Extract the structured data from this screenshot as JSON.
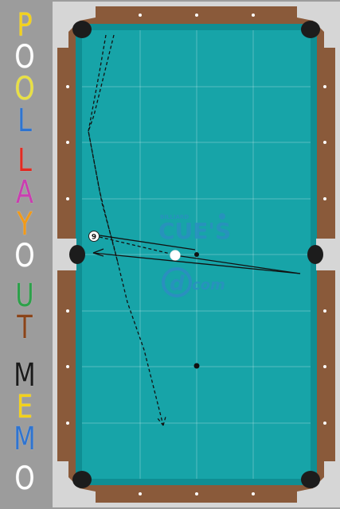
{
  "title": {
    "letters": [
      {
        "char": "P",
        "color": "#f2d11c"
      },
      {
        "char": "O",
        "color": "#ffffff"
      },
      {
        "char": "O",
        "color": "#e8e043"
      },
      {
        "char": "L",
        "color": "#2f74d0"
      },
      {
        "char": "L",
        "color": "#e22b22"
      },
      {
        "char": "A",
        "color": "#c93fb0"
      },
      {
        "char": "Y",
        "color": "#f29a18"
      },
      {
        "char": "O",
        "color": "#ffffff"
      },
      {
        "char": "U",
        "color": "#2da04a"
      },
      {
        "char": "T",
        "color": "#8a4419"
      },
      {
        "char": "M",
        "color": "#1a1a1a"
      },
      {
        "char": "E",
        "color": "#f2d11c"
      },
      {
        "char": "M",
        "color": "#2f74d0"
      },
      {
        "char": "O",
        "color": "#ffffff"
      }
    ]
  },
  "table": {
    "felt_color": "#17a4a8",
    "rail_color": "#8a5a3a",
    "frame_color": "#d6d6d6",
    "pocket_color": "#1c1c1c"
  },
  "logo": {
    "small_text": "BILLIARD",
    "main_text": "CUE'S",
    "domain_text": "com",
    "color": "#2a8fbf"
  },
  "balls": {
    "object_ball_number": "9",
    "cue_ball_color": "#ffffff"
  }
}
